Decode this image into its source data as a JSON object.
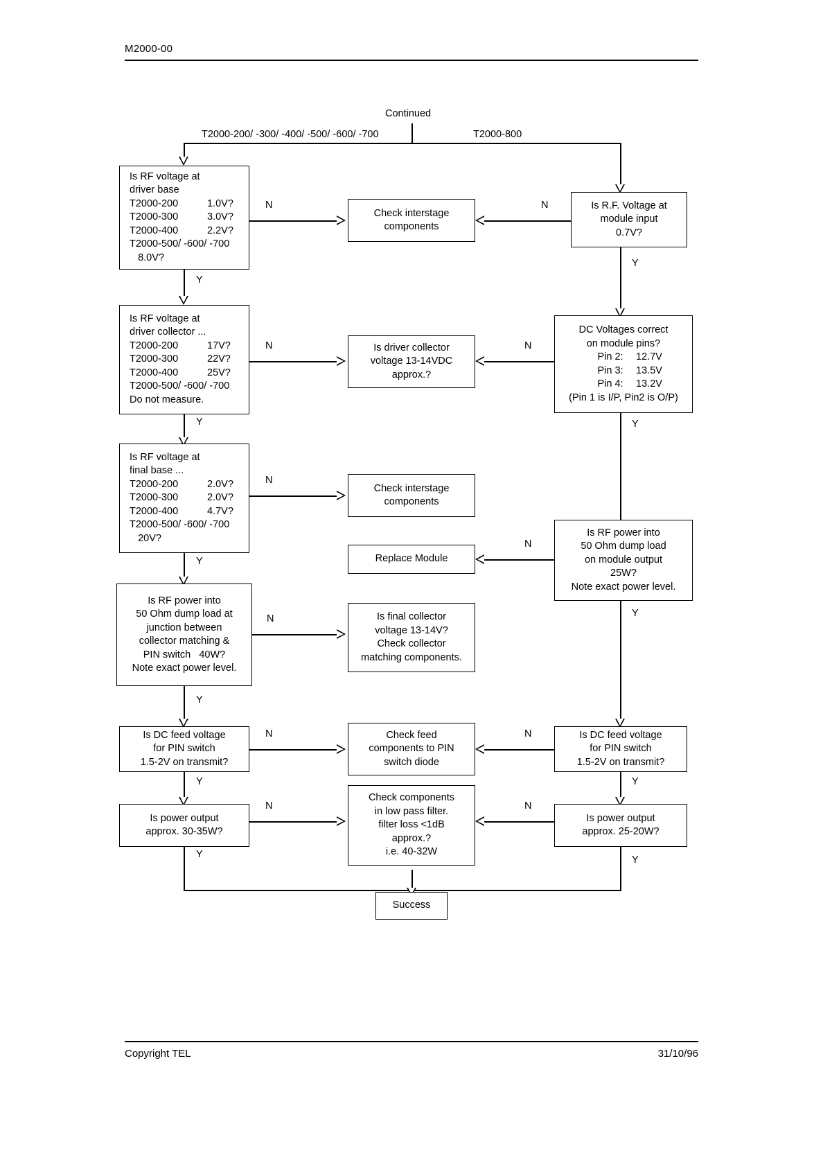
{
  "document": {
    "header_id": "M2000-00",
    "footer_left": "Copyright TEL",
    "footer_right": "31/10/96"
  },
  "flowchart": {
    "type": "flowchart",
    "entry_label": "Continued",
    "branch_left_label": "T2000-200/ -300/ -400/ -500/ -600/ -700",
    "branch_right_label": "T2000-800",
    "yes_label": "Y",
    "no_label": "N",
    "nodes": {
      "left_driver_base": {
        "lines": [
          "Is RF voltage at",
          "driver base"
        ],
        "rows": [
          {
            "k": "T2000-200",
            "v": "1.0V?"
          },
          {
            "k": "T2000-300",
            "v": "3.0V?"
          },
          {
            "k": "T2000-400",
            "v": "2.2V?"
          }
        ],
        "tail": [
          "T2000-500/ -600/ -700",
          "   8.0V?"
        ]
      },
      "check_interstage_1": {
        "lines": [
          "Check interstage",
          "components"
        ]
      },
      "module_input": {
        "lines": [
          "Is R.F. Voltage at",
          "module input",
          "0.7V?"
        ]
      },
      "left_driver_collector": {
        "lines": [
          "Is RF voltage at",
          "driver collector ..."
        ],
        "rows": [
          {
            "k": "T2000-200",
            "v": "17V?"
          },
          {
            "k": "T2000-300",
            "v": "22V?"
          },
          {
            "k": "T2000-400",
            "v": "25V?"
          }
        ],
        "tail": [
          "T2000-500/ -600/ -700",
          "Do not measure."
        ]
      },
      "driver_collector_voltage": {
        "lines": [
          "Is driver collector",
          "voltage 13-14VDC",
          "approx.?"
        ]
      },
      "dc_voltages": {
        "lines": [
          "DC Voltages correct",
          "on module pins?"
        ],
        "rows": [
          {
            "k": "Pin 2:",
            "v": "12.7V"
          },
          {
            "k": "Pin 3:",
            "v": "13.5V"
          },
          {
            "k": "Pin 4:",
            "v": "13.2V"
          }
        ],
        "tail": [
          "(Pin 1 is I/P, Pin2 is O/P)"
        ]
      },
      "left_final_base": {
        "lines": [
          "Is RF voltage at",
          "final base ..."
        ],
        "rows": [
          {
            "k": "T2000-200",
            "v": "2.0V?"
          },
          {
            "k": "T2000-300",
            "v": "2.0V?"
          },
          {
            "k": "T2000-400",
            "v": "4.7V?"
          }
        ],
        "tail": [
          "T2000-500/ -600/ -700",
          "   20V?"
        ]
      },
      "check_interstage_2": {
        "lines": [
          "Check interstage",
          "components"
        ]
      },
      "replace_module": {
        "lines": [
          "Replace Module"
        ]
      },
      "rf_power_module_output": {
        "lines": [
          "Is RF power into",
          "50 Ohm dump load",
          "on module output",
          "25W?",
          "Note exact power level."
        ]
      },
      "left_rf_power_junction": {
        "lines": [
          "Is RF power into",
          "50 Ohm dump load at",
          "junction between",
          "collector matching &",
          "PIN switch   40W?",
          "Note exact power level."
        ]
      },
      "final_collector_voltage": {
        "lines": [
          "Is final collector",
          "voltage 13-14V?",
          "Check collector",
          "matching components."
        ]
      },
      "left_dc_feed": {
        "lines": [
          "Is DC feed voltage",
          "for PIN switch",
          "1.5-2V on transmit?"
        ]
      },
      "check_feed_components": {
        "lines": [
          "Check feed",
          "components to PIN",
          "switch diode"
        ]
      },
      "right_dc_feed": {
        "lines": [
          "Is DC feed voltage",
          "for PIN switch",
          "1.5-2V on transmit?"
        ]
      },
      "left_power_output": {
        "lines": [
          "Is power output",
          "approx. 30-35W?"
        ]
      },
      "check_low_pass_filter": {
        "lines": [
          "Check components",
          "in low pass filter.",
          "filter loss <1dB",
          "approx.?",
          "i.e. 40-32W"
        ]
      },
      "right_power_output": {
        "lines": [
          "Is power output",
          "approx. 25-20W?"
        ]
      },
      "success": {
        "lines": [
          "Success"
        ]
      }
    }
  }
}
